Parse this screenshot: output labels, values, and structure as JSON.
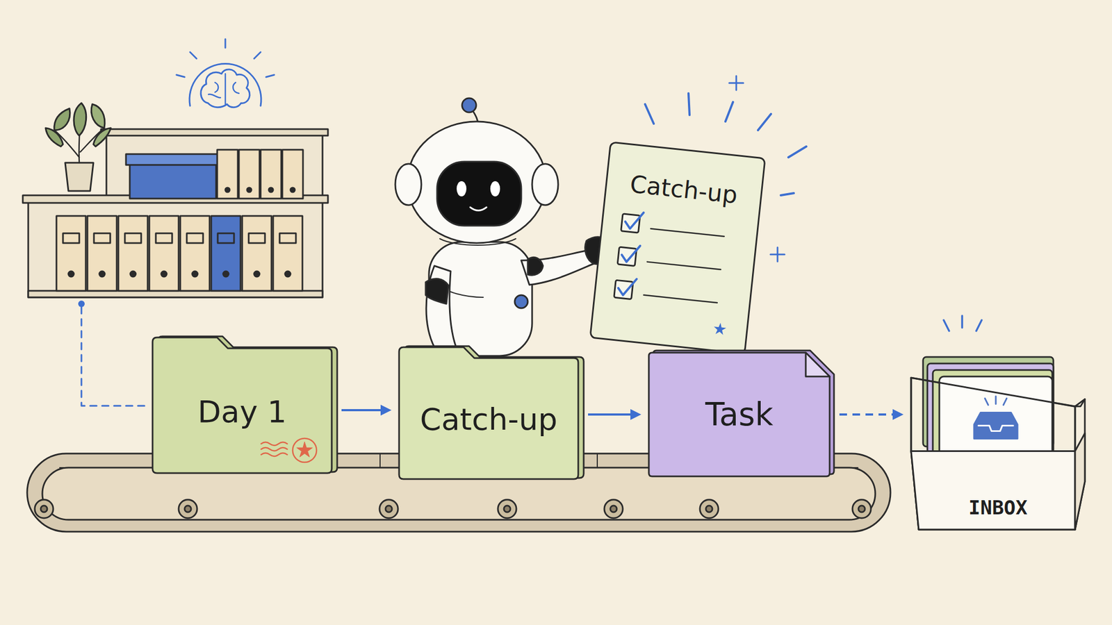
{
  "diagram": {
    "nodes": [
      {
        "text": [
          "Day 1"
        ]
      },
      {
        "text": [
          "Catch-up"
        ]
      },
      {
        "text": [
          "Catch-up"
        ]
      },
      {
        "text": [
          "Task"
        ]
      },
      {
        "text": [
          "INBOX"
        ]
      }
    ],
    "edges": [
      {
        "from": 0,
        "to": 1,
        "arrow": "to"
      },
      {
        "from": 1,
        "to": 3,
        "arrow": "to"
      },
      {
        "from": 3,
        "to": 4,
        "arrow": "to"
      }
    ]
  }
}
